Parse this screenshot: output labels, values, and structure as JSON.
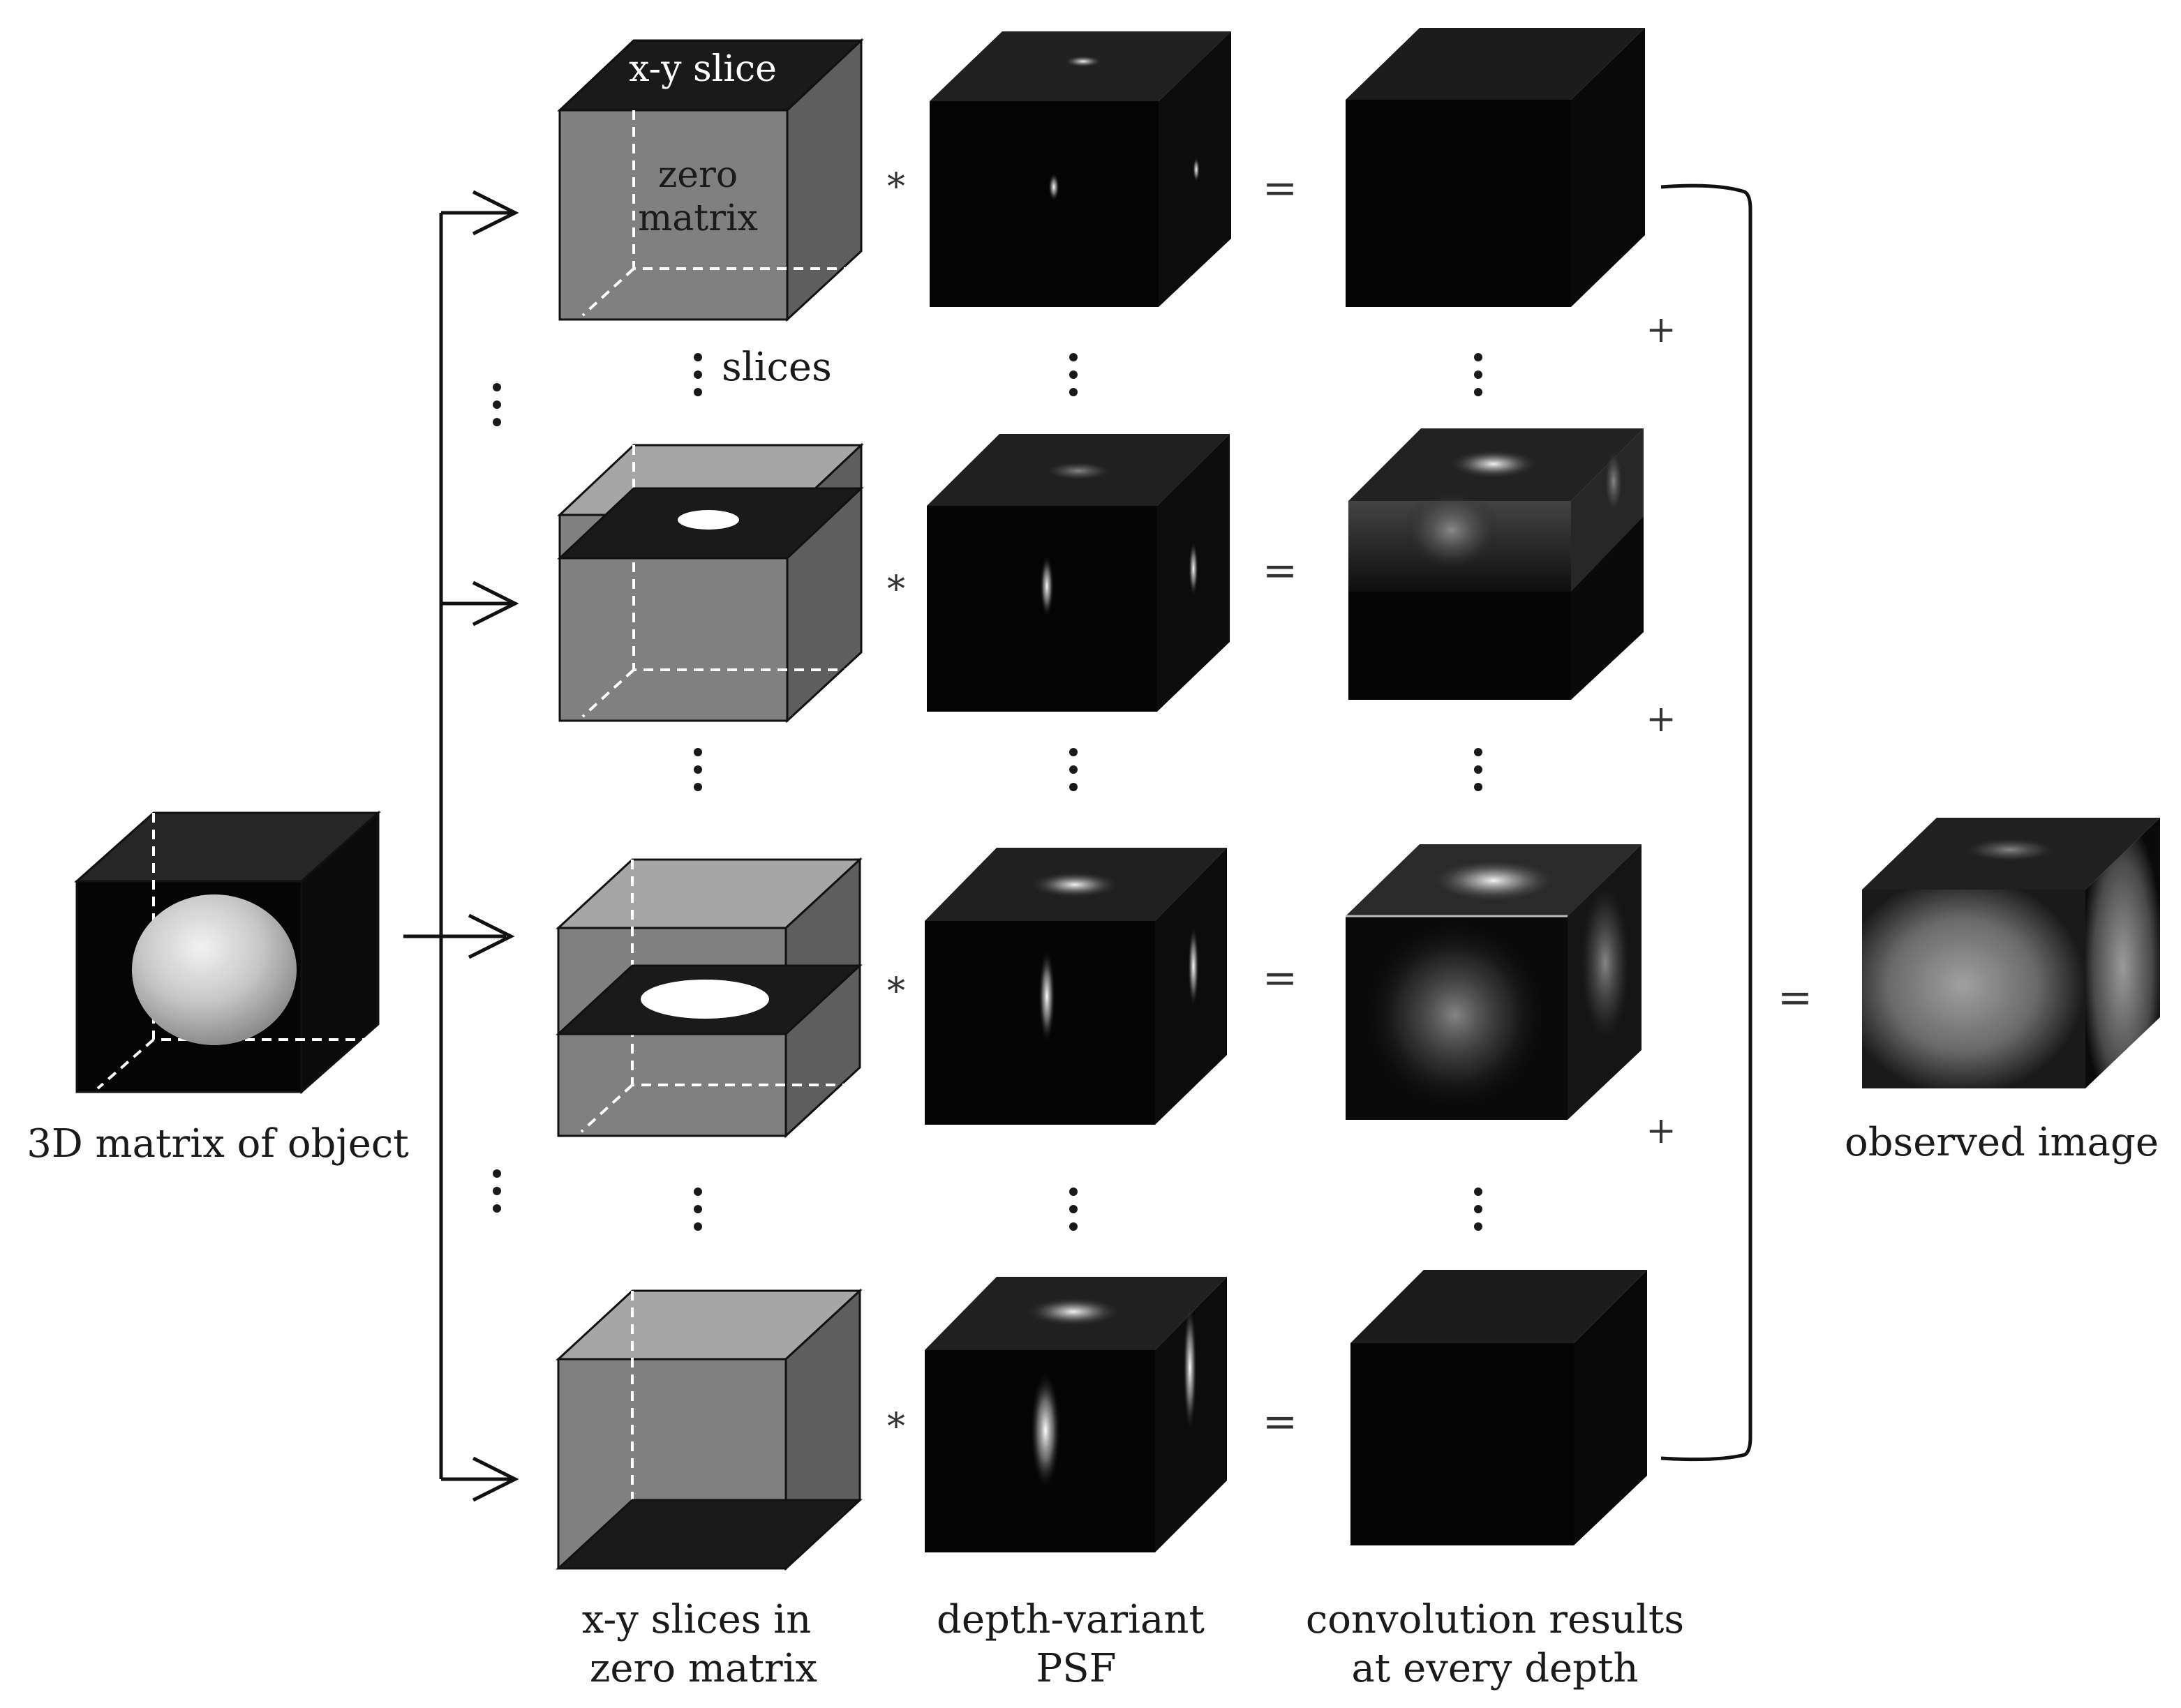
{
  "labels": {
    "object": "3D matrix of object",
    "observed": "observed image",
    "col_slices": [
      "x-y slices in",
      "zero matrix"
    ],
    "col_psf": [
      "depth-variant",
      "PSF"
    ],
    "col_conv": [
      "convolution results",
      "at every depth"
    ],
    "xy_slice": "x-y slice",
    "zero_matrix": [
      "zero",
      "matrix"
    ],
    "slices": "slices"
  },
  "operators": {
    "convolve": "*",
    "equals": "=",
    "plus": "+"
  },
  "colors": {
    "cube_dark": "#0a0a0a",
    "cube_gray": "#808080",
    "arrow": "#111111",
    "dashed": "#ffffff"
  }
}
